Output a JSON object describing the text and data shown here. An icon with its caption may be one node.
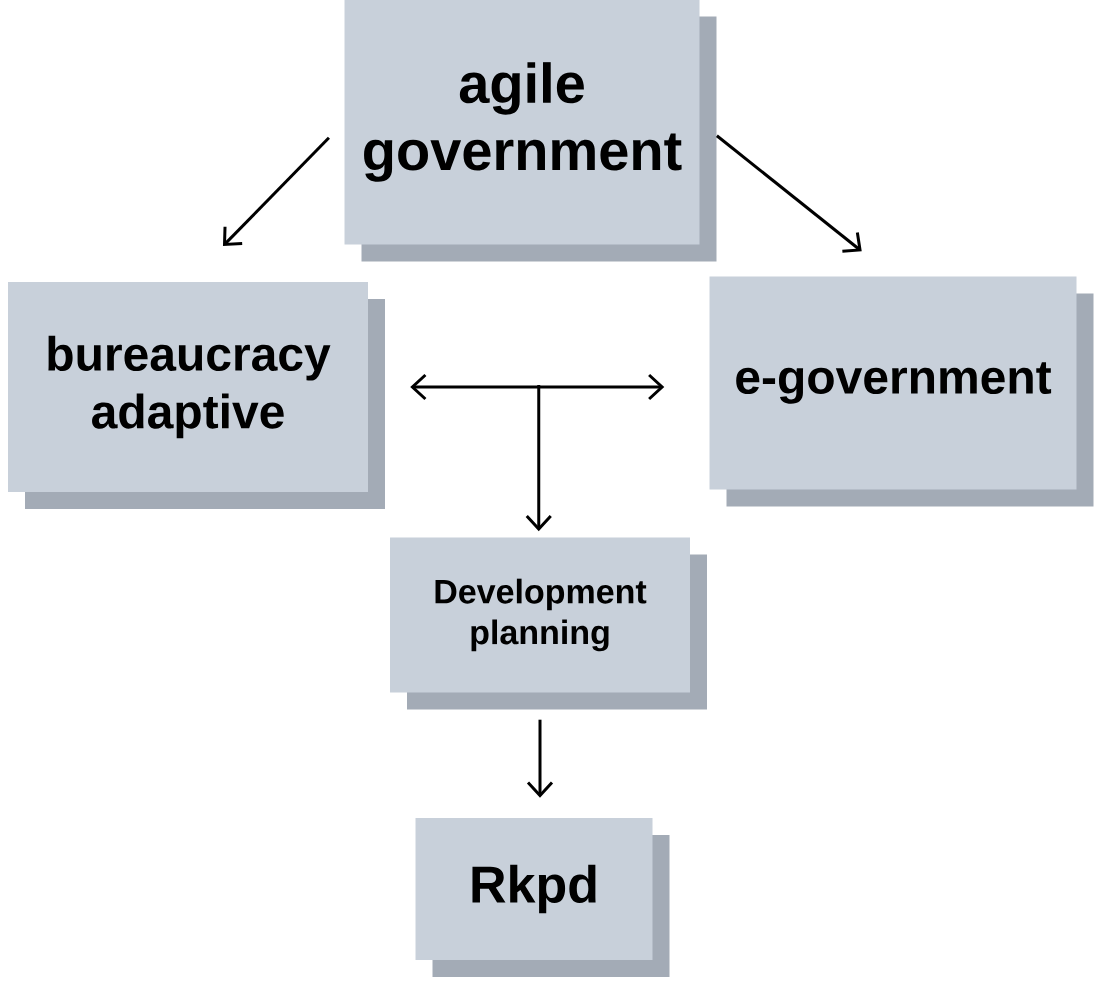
{
  "diagram": {
    "nodes": [
      {
        "text": [
          "agile government"
        ]
      },
      {
        "text": [
          "bureaucracy adaptive"
        ]
      },
      {
        "text": [
          "e-government"
        ]
      },
      {
        "text": [
          "Development planning"
        ]
      },
      {
        "text": [
          "Rkpd"
        ]
      }
    ],
    "edges": [
      {
        "from": 0,
        "to": 1,
        "arrow": "to"
      },
      {
        "from": 0,
        "to": 2,
        "arrow": "to"
      },
      {
        "from": 1,
        "to": 2,
        "arrow": "both"
      },
      {
        "from": null,
        "to": 3,
        "arrow": "to"
      },
      {
        "from": 3,
        "to": 4,
        "arrow": "to"
      }
    ]
  }
}
